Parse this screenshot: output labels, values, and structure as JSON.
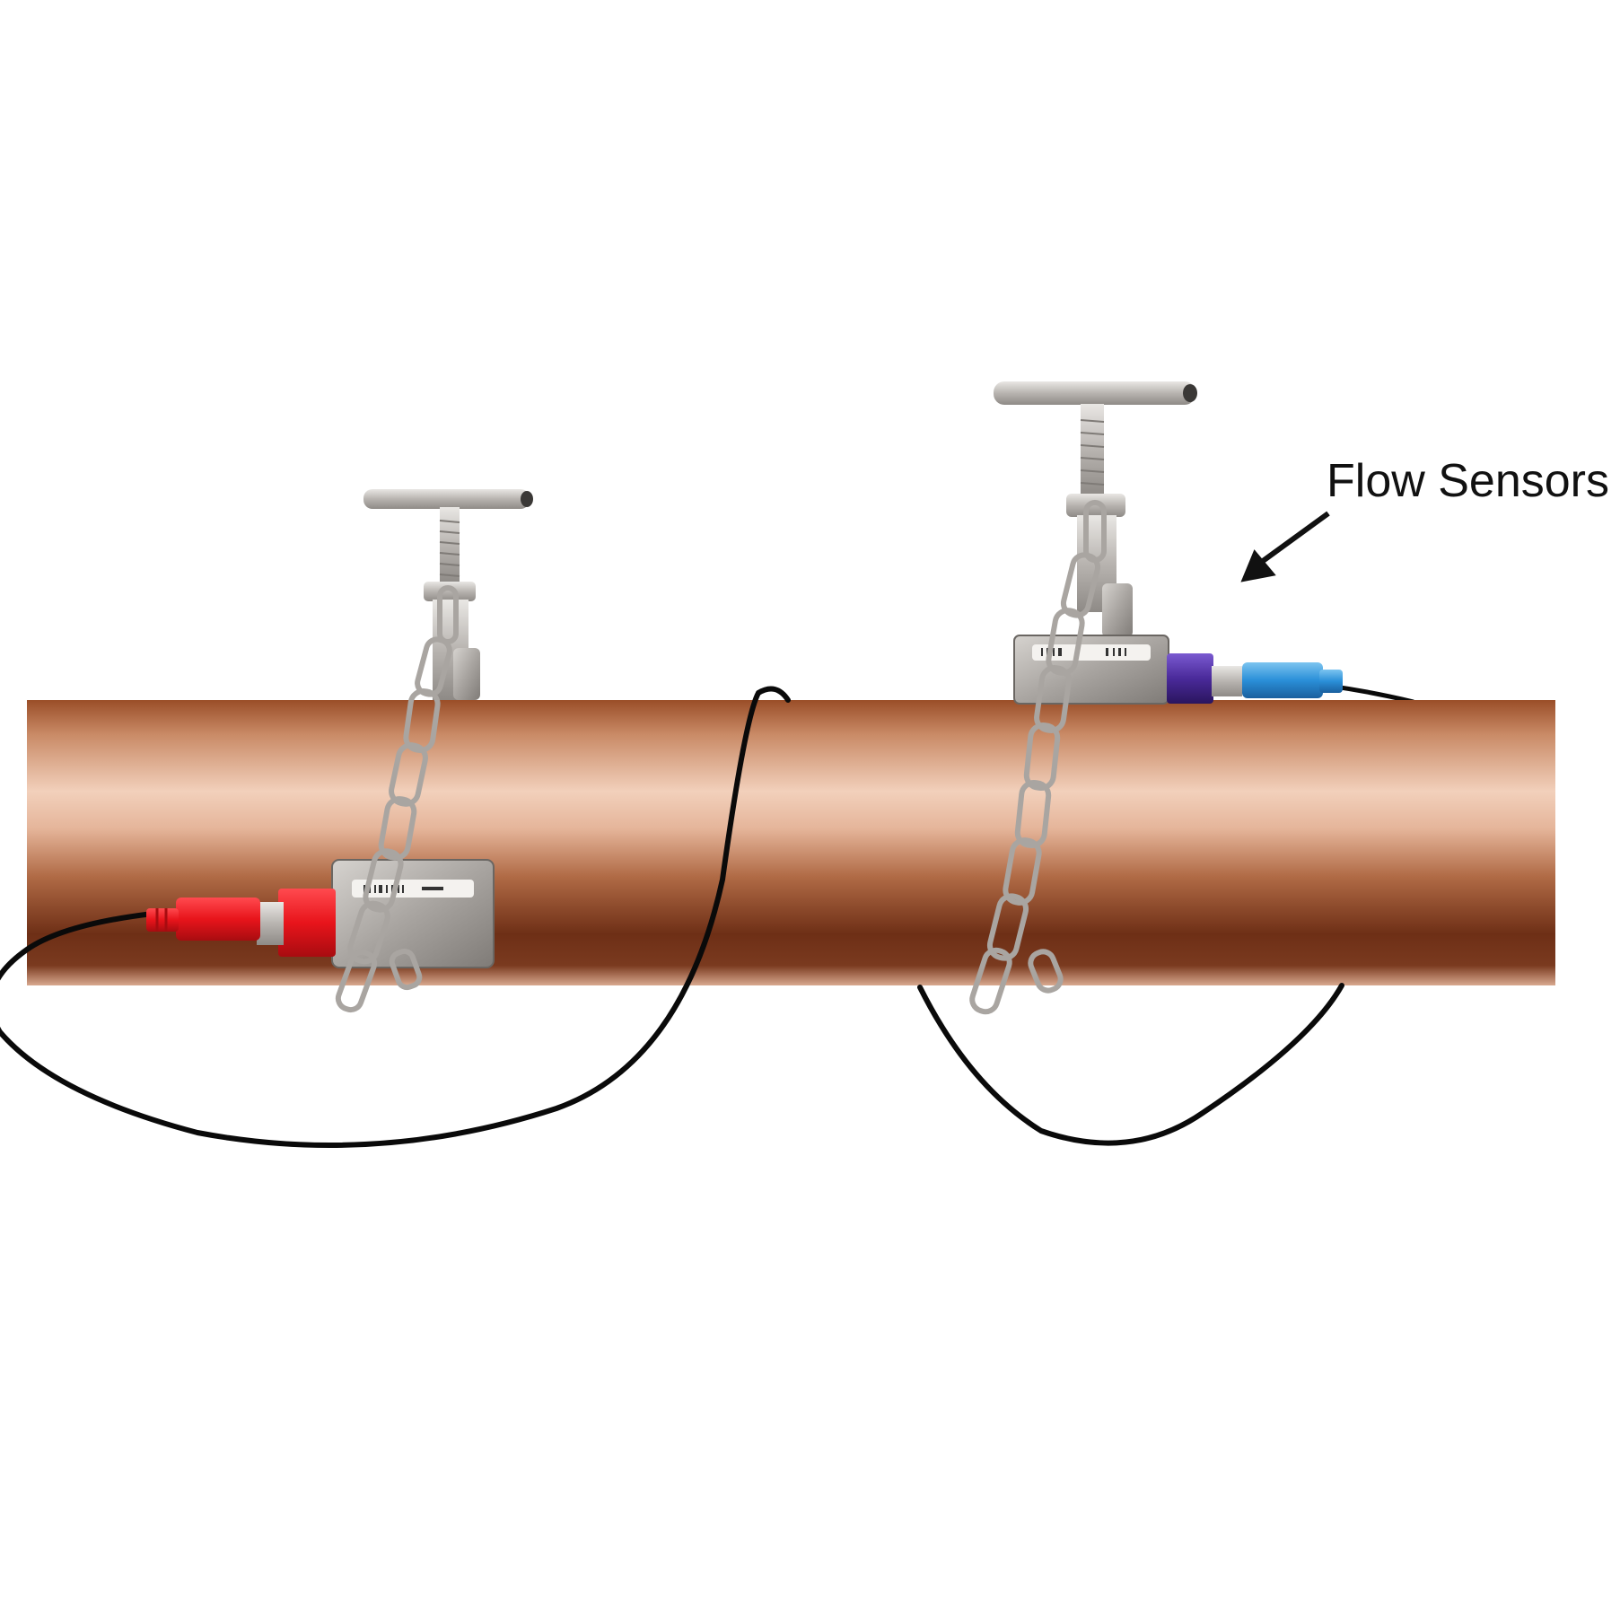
{
  "callout": {
    "label": "Flow Sensors"
  },
  "colors": {
    "background": "#ffffff",
    "pipe_dark": "#6e2f16",
    "pipe_mid": "#a8603a",
    "pipe_light": "#f0cbb4",
    "cable": "#0a0a0a",
    "steel": "#c9c6c2",
    "steel_dark": "#8a8682",
    "red_connector": "#e8141b",
    "red_connector_dark": "#b10d12",
    "purple_connector": "#4a2a9a",
    "blue_connector": "#2a8fd8"
  },
  "sensors": [
    {
      "id": "left",
      "connector_color": "red"
    },
    {
      "id": "right",
      "connector_color": "blue"
    }
  ]
}
